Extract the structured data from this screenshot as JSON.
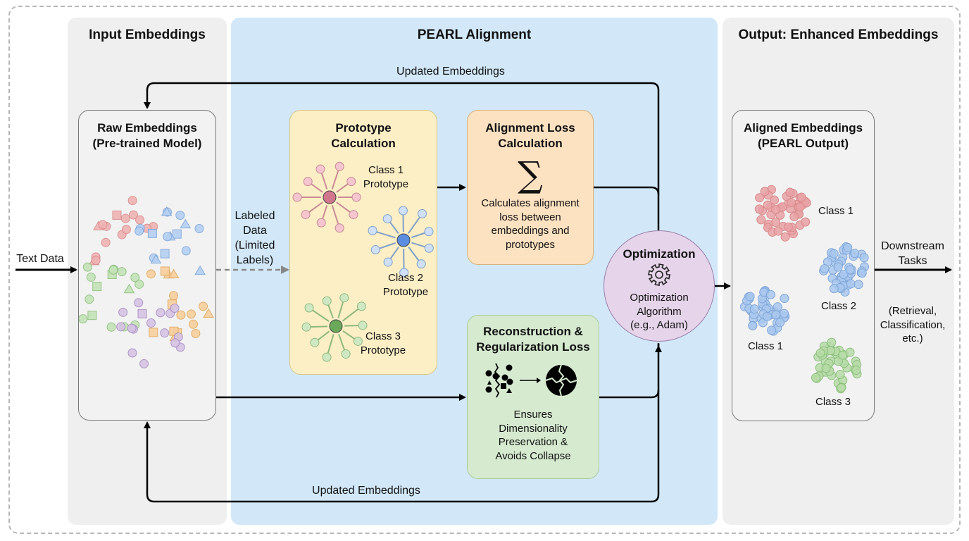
{
  "panels": {
    "input": {
      "title": "Input Embeddings"
    },
    "pearl": {
      "title": "PEARL Alignment"
    },
    "output": {
      "title": "Output: Enhanced Embeddings"
    }
  },
  "input_label": "Text Data",
  "raw_embeddings": {
    "title_line1": "Raw Embeddings",
    "title_line2": "(Pre-trained Model)"
  },
  "labeled_data": {
    "line1": "Labeled",
    "line2": "Data",
    "line3": "(Limited",
    "line4": "Labels)"
  },
  "prototype_calc": {
    "title_line1": "Prototype",
    "title_line2": "Calculation",
    "classes": [
      {
        "line1": "Class 1",
        "line2": "Prototype",
        "color": "#d0778e"
      },
      {
        "line1": "Class 2",
        "line2": "Prototype",
        "color": "#5b8de0"
      },
      {
        "line1": "Class 3",
        "line2": "Prototype",
        "color": "#6aa85a"
      }
    ]
  },
  "alignment_loss": {
    "title_line1": "Alignment Loss",
    "title_line2": "Calculation",
    "symbol": "∑",
    "desc": [
      "Calculates alignment",
      "loss between",
      "embeddings and",
      "prototypes"
    ]
  },
  "recon_loss": {
    "title_line1": "Reconstruction &",
    "title_line2": "Regularization Loss",
    "desc": [
      "Ensures",
      "Dimensionality",
      "Preservation &",
      "Avoids Collapse"
    ]
  },
  "optimization": {
    "title": "Optimization",
    "icon": "gear-icon",
    "desc": [
      "Optimization",
      "Algorithm",
      "(e.g., Adam)"
    ]
  },
  "updated_top": "Updated Embeddings",
  "updated_bottom": "Updated Embeddings",
  "aligned_embeddings": {
    "title_line1": "Aligned Embeddings",
    "title_line2": "(PEARL Output)",
    "clusters": [
      {
        "label": "Class 1",
        "color": "#e9a2a6"
      },
      {
        "label": "Class 2",
        "color": "#a9c8ef"
      },
      {
        "label": "Class 1",
        "color": "#a9c8ef"
      },
      {
        "label": "Class 3",
        "color": "#b7dca8"
      }
    ]
  },
  "downstream": {
    "title_line1": "Downstream",
    "title_line2": "Tasks",
    "desc": [
      "(Retrieval,",
      "Classification,",
      "etc.)"
    ]
  },
  "colors": {
    "red": "#f0b3b3",
    "blue": "#b5d0f2",
    "green": "#c4e3b8",
    "orange": "#f8cf9c",
    "purple": "#d6c3e4"
  }
}
